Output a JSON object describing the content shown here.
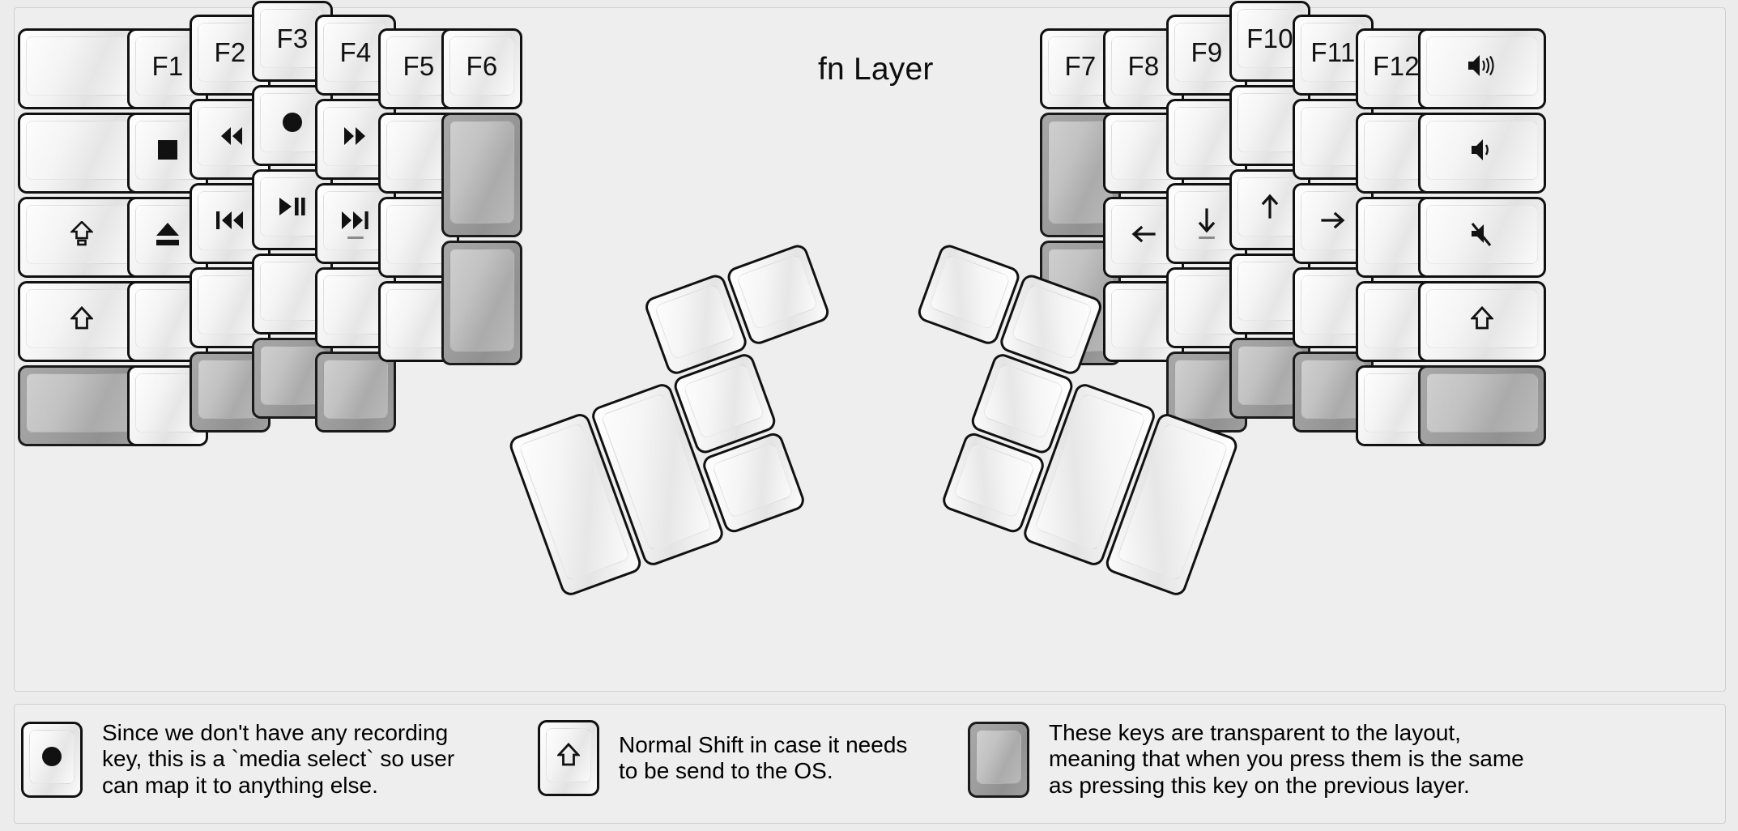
{
  "title": "fn Layer",
  "colors": {
    "page_background": "#ececec",
    "panel_background": "#eeeeee",
    "key_border": "#111111",
    "transparent_key": "#9d9d9d",
    "text": "#000000"
  },
  "legend": [
    {
      "icon": "record-circle-icon",
      "key_style": "normal",
      "text": "Since we don't have any recording\nkey, this is a `media select` so user\ncan map it to anything else."
    },
    {
      "icon": "shift-arrow-icon",
      "key_style": "normal",
      "text": "Normal Shift in case it needs\nto be send to the OS."
    },
    {
      "icon": "none",
      "key_style": "transparent",
      "text": "These keys are transparent to the layout,\nmeaning that when you press them is the same\nas pressing this key on the previous layer."
    }
  ],
  "left_half": {
    "columns": [
      {
        "name": "outer-pinky",
        "keys": [
          {
            "label": "",
            "icon": "none",
            "style": "normal"
          },
          {
            "label": "",
            "icon": "none",
            "style": "normal"
          },
          {
            "label": "",
            "icon": "caps-shift-icon",
            "style": "normal"
          },
          {
            "label": "",
            "icon": "shift-arrow-icon",
            "style": "normal"
          },
          {
            "label": "",
            "icon": "none",
            "style": "transparent"
          }
        ]
      },
      {
        "name": "pinky",
        "keys": [
          {
            "label": "F1",
            "icon": "none",
            "style": "normal"
          },
          {
            "label": "",
            "icon": "stop-icon",
            "style": "normal"
          },
          {
            "label": "",
            "icon": "eject-icon",
            "style": "normal"
          },
          {
            "label": "",
            "icon": "none",
            "style": "normal"
          },
          {
            "label": "",
            "icon": "none",
            "style": "normal"
          }
        ]
      },
      {
        "name": "ring",
        "keys": [
          {
            "label": "F2",
            "icon": "none",
            "style": "normal"
          },
          {
            "label": "",
            "icon": "rewind-icon",
            "style": "normal"
          },
          {
            "label": "",
            "icon": "prev-track-icon",
            "style": "normal"
          },
          {
            "label": "",
            "icon": "none",
            "style": "normal"
          },
          {
            "label": "",
            "icon": "none",
            "style": "transparent"
          }
        ]
      },
      {
        "name": "middle",
        "keys": [
          {
            "label": "F3",
            "icon": "none",
            "style": "normal"
          },
          {
            "label": "",
            "icon": "record-circle-icon",
            "style": "normal"
          },
          {
            "label": "",
            "icon": "play-pause-icon",
            "style": "normal"
          },
          {
            "label": "",
            "icon": "none",
            "style": "normal"
          },
          {
            "label": "",
            "icon": "none",
            "style": "transparent"
          }
        ]
      },
      {
        "name": "index",
        "keys": [
          {
            "label": "F4",
            "icon": "none",
            "style": "normal"
          },
          {
            "label": "",
            "icon": "fast-forward-icon",
            "style": "normal"
          },
          {
            "label": "",
            "icon": "next-track-icon",
            "style": "normal",
            "submark": true
          },
          {
            "label": "",
            "icon": "none",
            "style": "normal"
          },
          {
            "label": "",
            "icon": "none",
            "style": "transparent"
          }
        ]
      },
      {
        "name": "inner-index",
        "keys": [
          {
            "label": "F5",
            "icon": "none",
            "style": "normal"
          },
          {
            "label": "",
            "icon": "none",
            "style": "normal"
          },
          {
            "label": "",
            "icon": "none",
            "style": "normal"
          },
          {
            "label": "",
            "icon": "none",
            "style": "normal"
          }
        ]
      },
      {
        "name": "inner",
        "keys": [
          {
            "label": "F6",
            "icon": "none",
            "style": "normal"
          },
          {
            "label": "",
            "icon": "none",
            "style": "transparent"
          },
          {
            "label": "",
            "icon": "none",
            "style": "transparent"
          }
        ]
      }
    ],
    "thumb_keys": [
      {
        "name": "thumb-big-1",
        "icon": "none",
        "style": "normal"
      },
      {
        "name": "thumb-big-2",
        "icon": "none",
        "style": "normal"
      },
      {
        "name": "thumb-small-1",
        "icon": "none",
        "style": "normal"
      },
      {
        "name": "thumb-small-2",
        "icon": "none",
        "style": "normal"
      },
      {
        "name": "thumb-small-3",
        "icon": "none",
        "style": "normal"
      },
      {
        "name": "thumb-small-4",
        "icon": "none",
        "style": "normal"
      }
    ]
  },
  "right_half": {
    "columns": [
      {
        "name": "inner",
        "keys": [
          {
            "label": "F7",
            "icon": "none",
            "style": "normal"
          },
          {
            "label": "",
            "icon": "none",
            "style": "transparent"
          },
          {
            "label": "",
            "icon": "none",
            "style": "transparent"
          }
        ]
      },
      {
        "name": "inner-index",
        "keys": [
          {
            "label": "F8",
            "icon": "none",
            "style": "normal"
          },
          {
            "label": "",
            "icon": "none",
            "style": "normal"
          },
          {
            "label": "",
            "icon": "arrow-left-icon",
            "style": "normal"
          },
          {
            "label": "",
            "icon": "none",
            "style": "normal"
          }
        ]
      },
      {
        "name": "index",
        "keys": [
          {
            "label": "F9",
            "icon": "none",
            "style": "normal"
          },
          {
            "label": "",
            "icon": "none",
            "style": "normal"
          },
          {
            "label": "",
            "icon": "arrow-down-icon",
            "style": "normal",
            "submark": true
          },
          {
            "label": "",
            "icon": "none",
            "style": "normal"
          },
          {
            "label": "",
            "icon": "none",
            "style": "transparent"
          }
        ]
      },
      {
        "name": "middle",
        "keys": [
          {
            "label": "F10",
            "icon": "none",
            "style": "normal"
          },
          {
            "label": "",
            "icon": "none",
            "style": "normal"
          },
          {
            "label": "",
            "icon": "arrow-up-icon",
            "style": "normal"
          },
          {
            "label": "",
            "icon": "none",
            "style": "normal"
          },
          {
            "label": "",
            "icon": "none",
            "style": "transparent"
          }
        ]
      },
      {
        "name": "ring",
        "keys": [
          {
            "label": "F11",
            "icon": "none",
            "style": "normal"
          },
          {
            "label": "",
            "icon": "none",
            "style": "normal"
          },
          {
            "label": "",
            "icon": "arrow-right-icon",
            "style": "normal"
          },
          {
            "label": "",
            "icon": "none",
            "style": "normal"
          },
          {
            "label": "",
            "icon": "none",
            "style": "transparent"
          }
        ]
      },
      {
        "name": "pinky",
        "keys": [
          {
            "label": "F12",
            "icon": "none",
            "style": "normal"
          },
          {
            "label": "",
            "icon": "none",
            "style": "normal"
          },
          {
            "label": "",
            "icon": "none",
            "style": "normal"
          },
          {
            "label": "",
            "icon": "none",
            "style": "normal"
          },
          {
            "label": "",
            "icon": "none",
            "style": "normal"
          }
        ]
      },
      {
        "name": "outer-pinky",
        "keys": [
          {
            "label": "",
            "icon": "volume-up-icon",
            "style": "normal"
          },
          {
            "label": "",
            "icon": "volume-down-icon",
            "style": "normal"
          },
          {
            "label": "",
            "icon": "volume-mute-icon",
            "style": "normal"
          },
          {
            "label": "",
            "icon": "shift-arrow-icon",
            "style": "normal"
          },
          {
            "label": "",
            "icon": "none",
            "style": "transparent"
          }
        ]
      }
    ],
    "thumb_keys": [
      {
        "name": "thumb-big-1",
        "icon": "none",
        "style": "normal"
      },
      {
        "name": "thumb-big-2",
        "icon": "none",
        "style": "normal"
      },
      {
        "name": "thumb-small-1",
        "icon": "none",
        "style": "normal"
      },
      {
        "name": "thumb-small-2",
        "icon": "none",
        "style": "normal"
      },
      {
        "name": "thumb-small-3",
        "icon": "none",
        "style": "normal"
      },
      {
        "name": "thumb-small-4",
        "icon": "none",
        "style": "normal"
      }
    ]
  }
}
